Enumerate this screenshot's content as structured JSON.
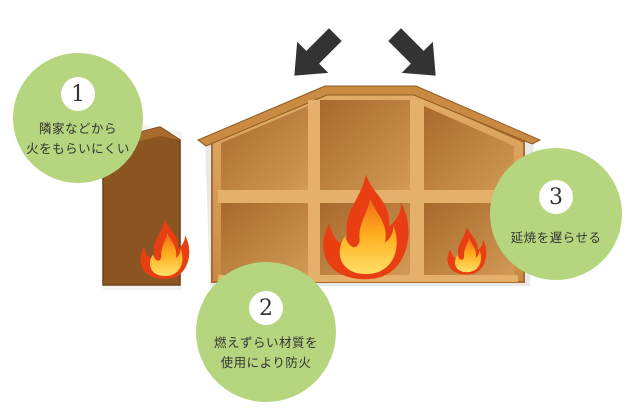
{
  "callouts": [
    {
      "number": "1",
      "lines": [
        "隣家などから",
        "火をもらいにくい"
      ]
    },
    {
      "number": "2",
      "lines": [
        "燃えずらい材質を",
        "使用により防火"
      ]
    },
    {
      "number": "3",
      "lines": [
        "延焼を遅らせる"
      ]
    }
  ],
  "colors": {
    "callout_green": "#b5d67e",
    "wood_light": "#d9a25c",
    "wood_dark": "#9a6228",
    "flame_outer": "#e83e12",
    "flame_inner": "#ffd23a",
    "arrow": "#333333"
  },
  "icons": [
    "arrow-down-right-icon",
    "arrow-down-left-icon",
    "flame-icon"
  ]
}
